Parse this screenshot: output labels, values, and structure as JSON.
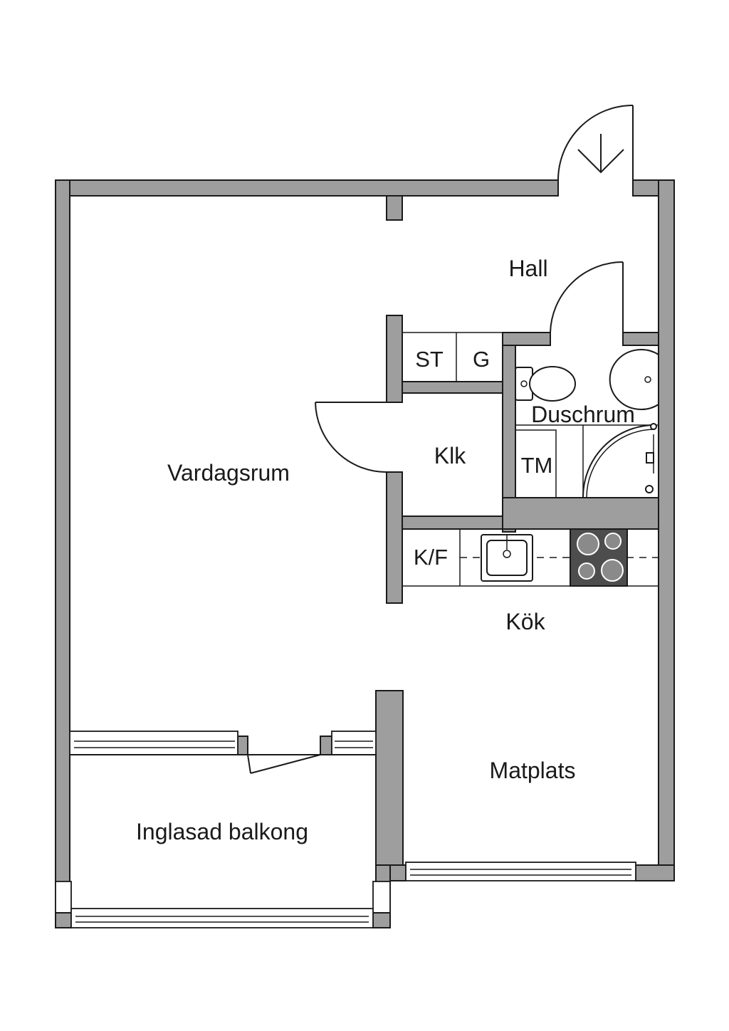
{
  "rooms": {
    "hall": "Hall",
    "vardagsrum": "Vardagsrum",
    "klk": "Klk",
    "st": "ST",
    "g": "G",
    "duschrum": "Duschrum",
    "tm": "TM",
    "kf": "K/F",
    "kok": "Kök",
    "matplats": "Matplats",
    "balkong": "Inglasad balkong"
  },
  "colors": {
    "wall": "#9e9e9e",
    "line": "#1a1a1a",
    "background": "#ffffff",
    "stove": "#4d4d4d"
  }
}
